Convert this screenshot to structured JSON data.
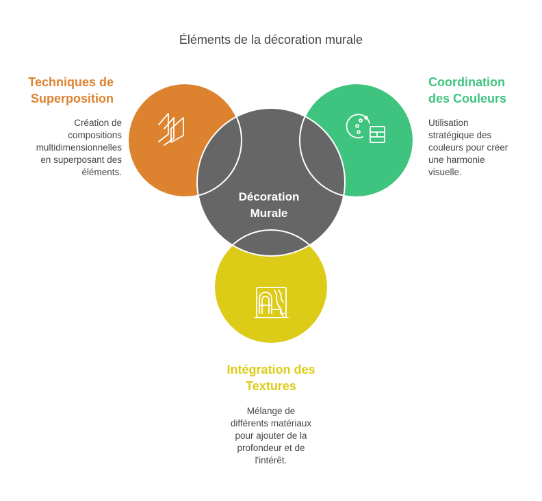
{
  "title": "Éléments de la décoration murale",
  "center": {
    "label_lines": [
      "Décoration",
      "Murale"
    ],
    "color": "#666666"
  },
  "nodes": [
    {
      "id": "superposition",
      "color": "#dd8330",
      "icon": "layers-icon",
      "heading_lines": [
        "Techniques de",
        "Superposition"
      ],
      "desc_lines": [
        "Création de",
        "compositions",
        "multidimensionnelles",
        "en superposant des",
        "éléments."
      ]
    },
    {
      "id": "couleurs",
      "color": "#3fc480",
      "icon": "palette-icon",
      "heading_lines": [
        "Coordination",
        "des Couleurs"
      ],
      "desc_lines": [
        "Utilisation",
        "stratégique des",
        "couleurs pour créer",
        "une harmonie",
        "visuelle."
      ]
    },
    {
      "id": "textures",
      "color": "#dccb17",
      "icon": "texture-panel-icon",
      "heading_lines": [
        "Intégration des",
        "Textures"
      ],
      "desc_lines": [
        "Mélange de",
        "différents matériaux",
        "pour ajouter de la",
        "profondeur et de",
        "l'intérêt."
      ]
    }
  ]
}
